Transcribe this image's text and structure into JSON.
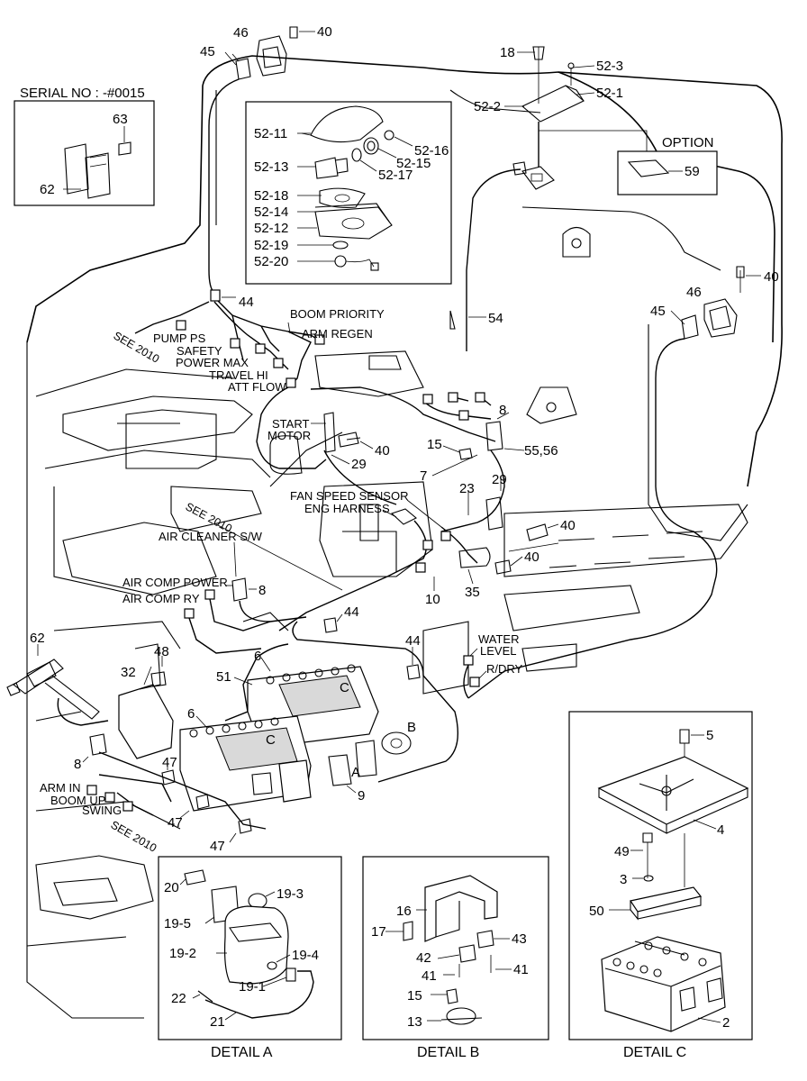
{
  "serial": "SERIAL NO : -#0015",
  "option": "OPTION",
  "details": {
    "a": "DETAIL A",
    "b": "DETAIL B",
    "c": "DETAIL C"
  },
  "letters": {
    "a": "A",
    "b": "B",
    "c1": "C",
    "c2": "C"
  },
  "part_numbers": {
    "p2": "2",
    "p3": "3",
    "p4": "4",
    "p5": "5",
    "p6a": "6",
    "p6b": "6",
    "p7": "7",
    "p8a": "8",
    "p8b": "8",
    "p8c": "8",
    "p9": "9",
    "p10": "10",
    "p13": "13",
    "p15a": "15",
    "p15b": "15",
    "p16": "16",
    "p17": "17",
    "p18": "18",
    "p19_1": "19-1",
    "p19_2": "19-2",
    "p19_3": "19-3",
    "p19_4": "19-4",
    "p19_5": "19-5",
    "p20": "20",
    "p21": "21",
    "p22": "22",
    "p23": "23",
    "p29a": "29",
    "p29b": "29",
    "p32": "32",
    "p35": "35",
    "p40a": "40",
    "p40b": "40",
    "p40c": "40",
    "p40d": "40",
    "p40e": "40",
    "p41a": "41",
    "p41b": "41",
    "p42": "42",
    "p43": "43",
    "p44a": "44",
    "p44b": "44",
    "p44c": "44",
    "p45a": "45",
    "p45b": "45",
    "p46a": "46",
    "p46b": "46",
    "p47a": "47",
    "p47b": "47",
    "p47c": "47",
    "p48": "48",
    "p49": "49",
    "p50": "50",
    "p51": "51",
    "p52_1": "52-1",
    "p52_2": "52-2",
    "p52_3": "52-3",
    "p52_11": "52-11",
    "p52_12": "52-12",
    "p52_13": "52-13",
    "p52_14": "52-14",
    "p52_15": "52-15",
    "p52_16": "52-16",
    "p52_17": "52-17",
    "p52_18": "52-18",
    "p52_19": "52-19",
    "p52_20": "52-20",
    "p54": "54",
    "p55_56": "55,56",
    "p59": "59",
    "p62a": "62",
    "p62b": "62",
    "p63": "63"
  },
  "callouts": {
    "boom_priority": "BOOM PRIORITY",
    "pump_ps": "PUMP PS",
    "arm_regen": "ARM REGEN",
    "safety": "SAFETY",
    "power_max": "POWER MAX",
    "travel_hi": "TRAVEL HI",
    "att_flow": "ATT FLOW",
    "start_motor_1": "START",
    "start_motor_2": "MOTOR",
    "fan_speed_sensor": "FAN SPEED SENSOR",
    "eng_harness": "ENG HARNESS",
    "air_cleaner": "AIR CLEANER S/W",
    "air_comp_power": "AIR COMP POWER",
    "air_comp_ry": "AIR COMP RY",
    "water_level_1": "WATER",
    "water_level_2": "LEVEL",
    "r_dry": "R/DRY",
    "arm_in": "ARM IN",
    "boom_up": "BOOM UP",
    "swing": "SWING",
    "see_2010_a": "SEE 2010",
    "see_2010_b": "SEE 2010",
    "see_2010_c": "SEE 2010"
  }
}
